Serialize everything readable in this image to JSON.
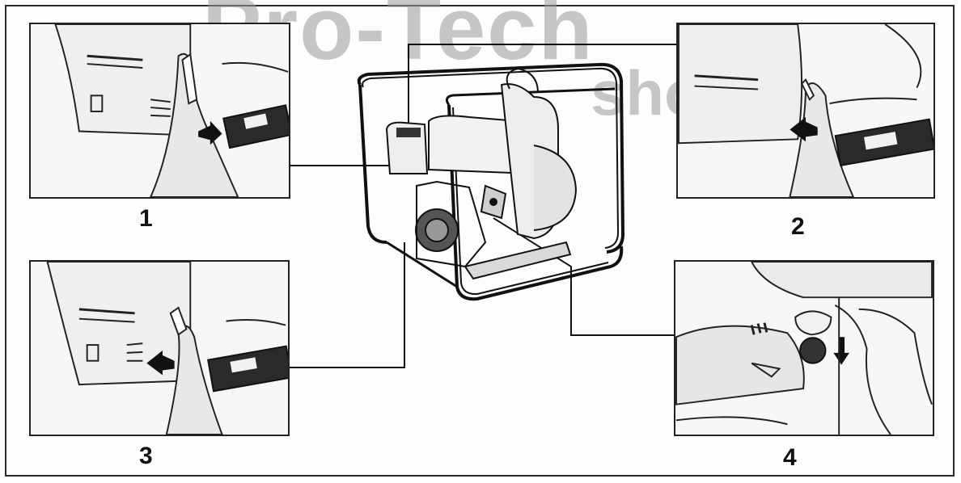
{
  "watermark": {
    "brand": "Pro-Tech",
    "sub": "shop"
  },
  "steps": [
    {
      "label": "1"
    },
    {
      "label": "2"
    },
    {
      "label": "3"
    },
    {
      "label": "4"
    }
  ]
}
